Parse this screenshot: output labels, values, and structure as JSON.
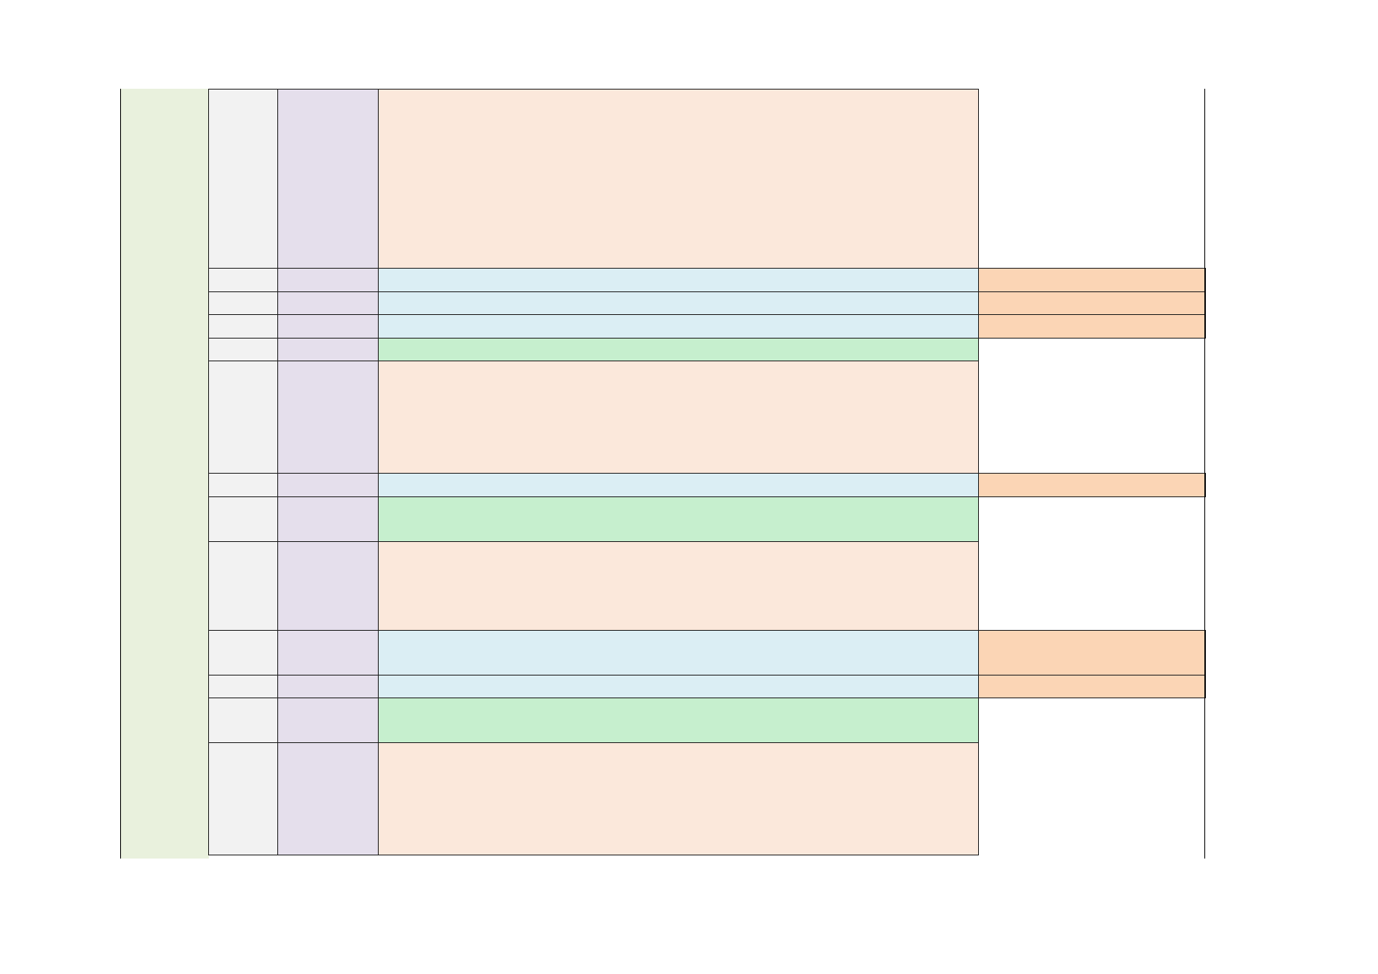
{
  "document": {
    "title": "",
    "rows": [
      {
        "type": "section",
        "cells": [
          "",
          "",
          "",
          ""
        ]
      },
      {
        "type": "item",
        "cells": [
          "",
          "",
          "",
          ""
        ]
      },
      {
        "type": "item",
        "cells": [
          "",
          "",
          "",
          ""
        ]
      },
      {
        "type": "item",
        "cells": [
          "",
          "",
          "",
          ""
        ]
      },
      {
        "type": "total",
        "cells": [
          "",
          "",
          ""
        ]
      },
      {
        "type": "section",
        "cells": [
          "",
          "",
          "",
          ""
        ]
      },
      {
        "type": "item",
        "cells": [
          "",
          "",
          "",
          ""
        ]
      },
      {
        "type": "total",
        "cells": [
          "",
          "",
          ""
        ]
      },
      {
        "type": "section",
        "cells": [
          "",
          "",
          "",
          ""
        ]
      },
      {
        "type": "item",
        "cells": [
          "",
          "",
          "",
          ""
        ]
      },
      {
        "type": "item",
        "cells": [
          "",
          "",
          "",
          ""
        ]
      },
      {
        "type": "total",
        "cells": [
          "",
          "",
          ""
        ]
      },
      {
        "type": "section",
        "cells": [
          "",
          "",
          "",
          ""
        ]
      }
    ]
  },
  "colors": {
    "side_band": "#e9f1dd",
    "col_a": "#f2f2f2",
    "col_b": "#e5dfec",
    "section": "#fbe8db",
    "item": "#dbeef4",
    "total": "#c6efce",
    "item_value": "#fbd5b5"
  }
}
